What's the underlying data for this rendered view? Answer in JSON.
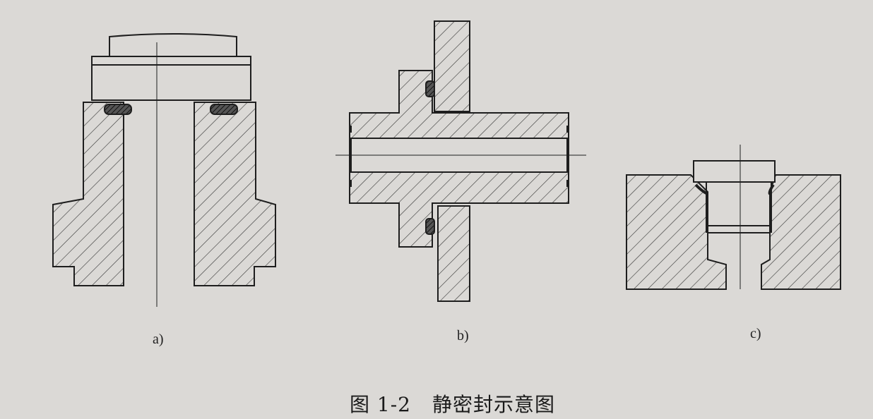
{
  "figure": {
    "number": "图 1-2",
    "title": "静密封示意图",
    "subfigures": [
      {
        "label": "a)"
      },
      {
        "label": "b)"
      },
      {
        "label": "c)"
      }
    ]
  },
  "colors": {
    "paper": "#dbd9d6",
    "ink": "#1e1e1e"
  }
}
